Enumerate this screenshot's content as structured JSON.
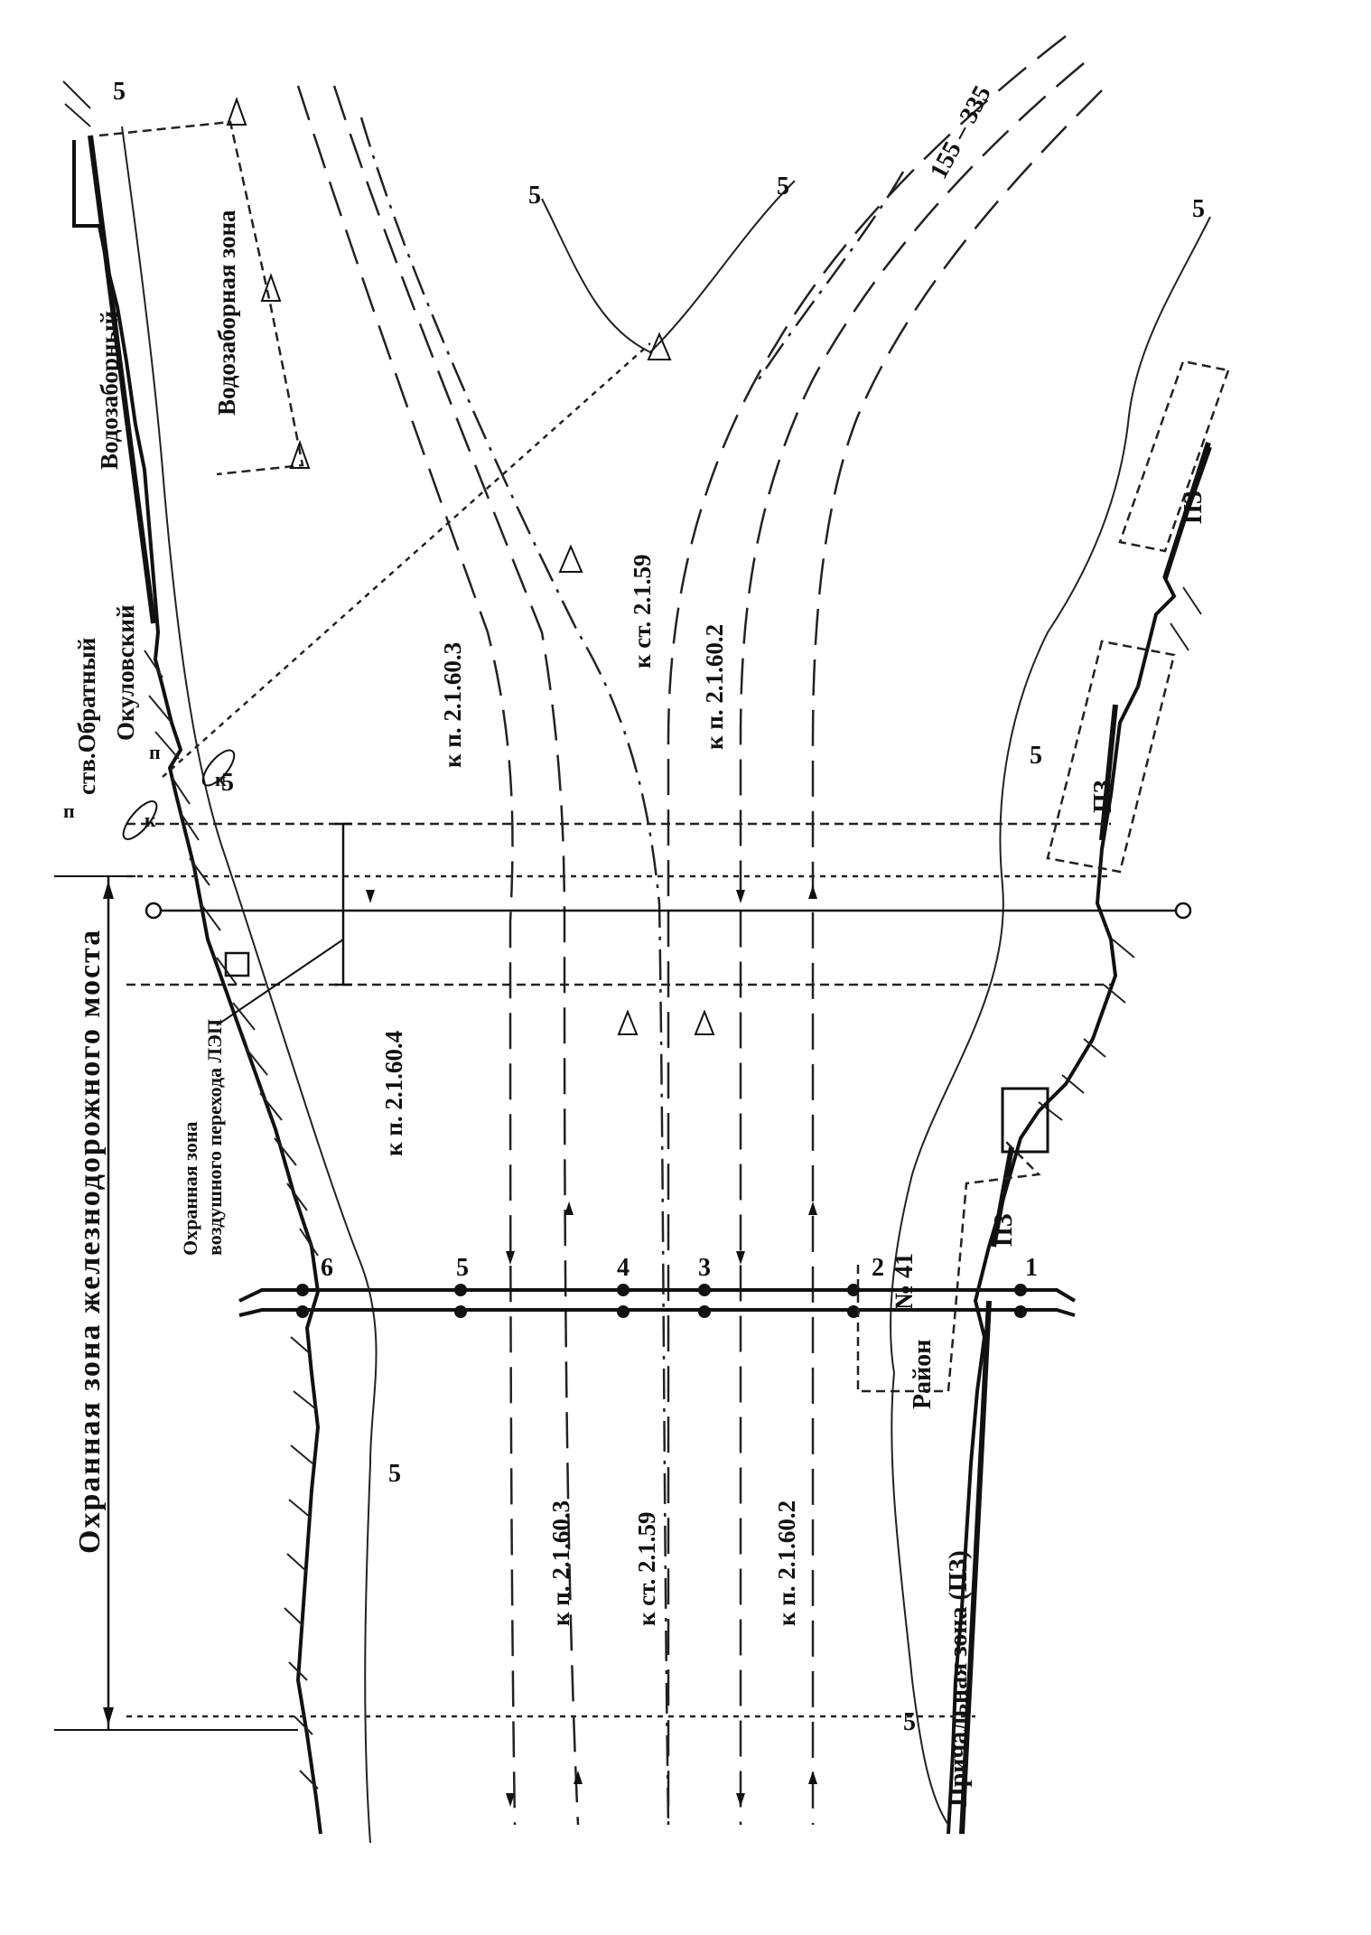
{
  "title": "",
  "labels": {
    "vodozabornyi": "Водозаборный",
    "vodozabornaya_zona": "Водозаборная зона",
    "stvor": "ств.Обратный",
    "okulovskiy": "Окуловский",
    "ohrannaya_zona_vl": "Охранная зона",
    "vozdushnogo_perehoda": "воздушного перехода ЛЭП",
    "ohrannaya_zona_mosta": "Охранная  зона  железнодорожного  моста",
    "prichalnaya_zona": "Причальная зона (ПЗ)",
    "raion": "Район",
    "raion_num": "№ 41",
    "pz": "ПЗ",
    "bearing": "155 – 335",
    "k_p_2_1_60_3": "к  п.  2.1.60.3",
    "k_st_2_1_59": "к  ст.  2.1.59",
    "k_p_2_1_60_2": "к  п.  2.1.60.2",
    "k_p_2_1_60_4": "к  п.  2.1.60.4",
    "k_p_2_1_60_3b": "к  п.  2.1.60.3",
    "k_st_2_1_59b": "к  ст.  2.1.59",
    "k_p_2_1_60_2b": "к  п.  2.1.60.2",
    "mark_p": "п",
    "mark_k": "к",
    "depth_5": "5"
  },
  "piers": [
    "1",
    "2",
    "3",
    "4",
    "5",
    "6"
  ],
  "colors": {
    "ink": "#111111",
    "paper": "#ffffff"
  },
  "icons": [
    "buoy-icon",
    "leading-mark-icon",
    "cable-mast-icon"
  ]
}
